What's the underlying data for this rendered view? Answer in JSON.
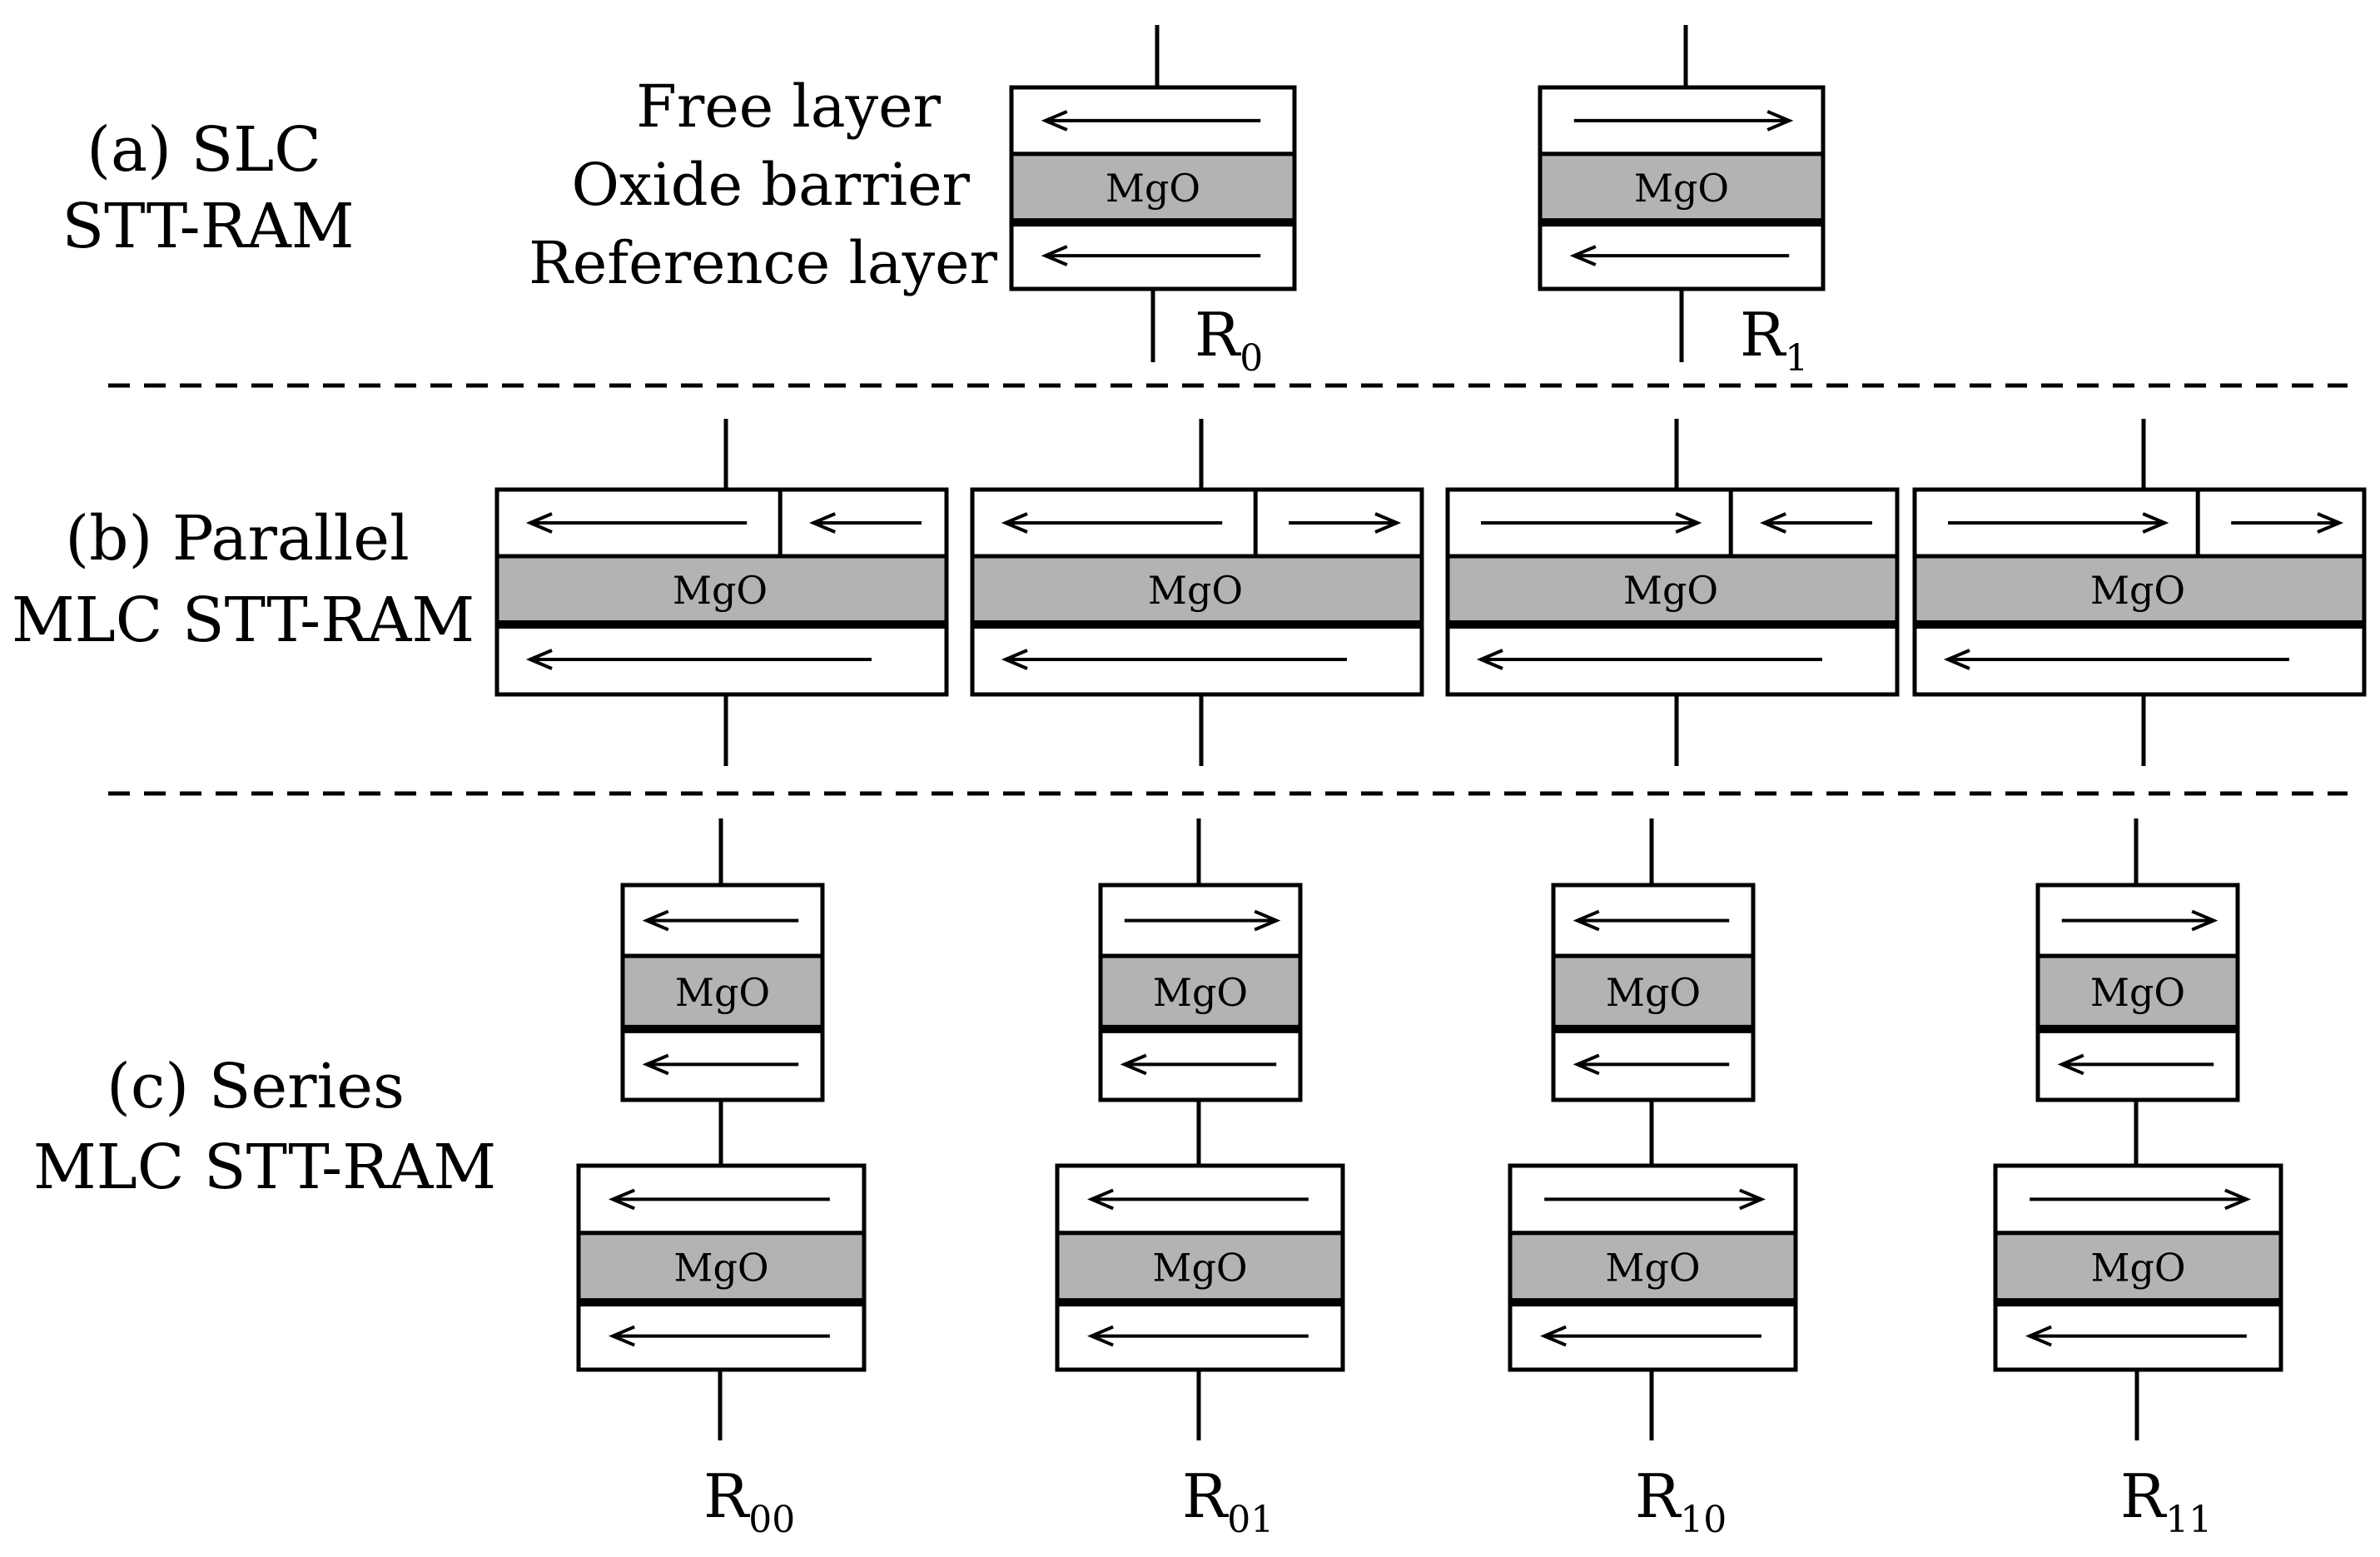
{
  "sections": {
    "a": {
      "line1": "(a) SLC",
      "line2": "STT-RAM"
    },
    "b": {
      "line1": "(b) Parallel",
      "line2": "MLC STT-RAM"
    },
    "c": {
      "line1": "(c) Series",
      "line2": "MLC STT-RAM"
    }
  },
  "layer_labels": {
    "free": "Free layer",
    "oxide": "Oxide barrier",
    "reference": "Reference layer"
  },
  "barrier_material": "MgO",
  "resistance_symbol": "R",
  "slc_cells": [
    {
      "state": "0",
      "free": "left",
      "reference": "left"
    },
    {
      "state": "1",
      "free": "right",
      "reference": "left"
    }
  ],
  "parallel_cells": [
    {
      "free_large": "left",
      "free_small": "left",
      "reference": "left"
    },
    {
      "free_large": "left",
      "free_small": "right",
      "reference": "left"
    },
    {
      "free_large": "right",
      "free_small": "left",
      "reference": "left"
    },
    {
      "free_large": "right",
      "free_small": "right",
      "reference": "left"
    }
  ],
  "series_cells": [
    {
      "state": "00",
      "small_free": "left",
      "small_ref": "left",
      "large_free": "left",
      "large_ref": "left"
    },
    {
      "state": "01",
      "small_free": "right",
      "small_ref": "left",
      "large_free": "left",
      "large_ref": "left"
    },
    {
      "state": "10",
      "small_free": "left",
      "small_ref": "left",
      "large_free": "right",
      "large_ref": "left"
    },
    {
      "state": "11",
      "small_free": "right",
      "small_ref": "left",
      "large_free": "right",
      "large_ref": "left"
    }
  ],
  "colors": {
    "barrier_fill": "#b3b3b3",
    "stroke": "#000000"
  }
}
